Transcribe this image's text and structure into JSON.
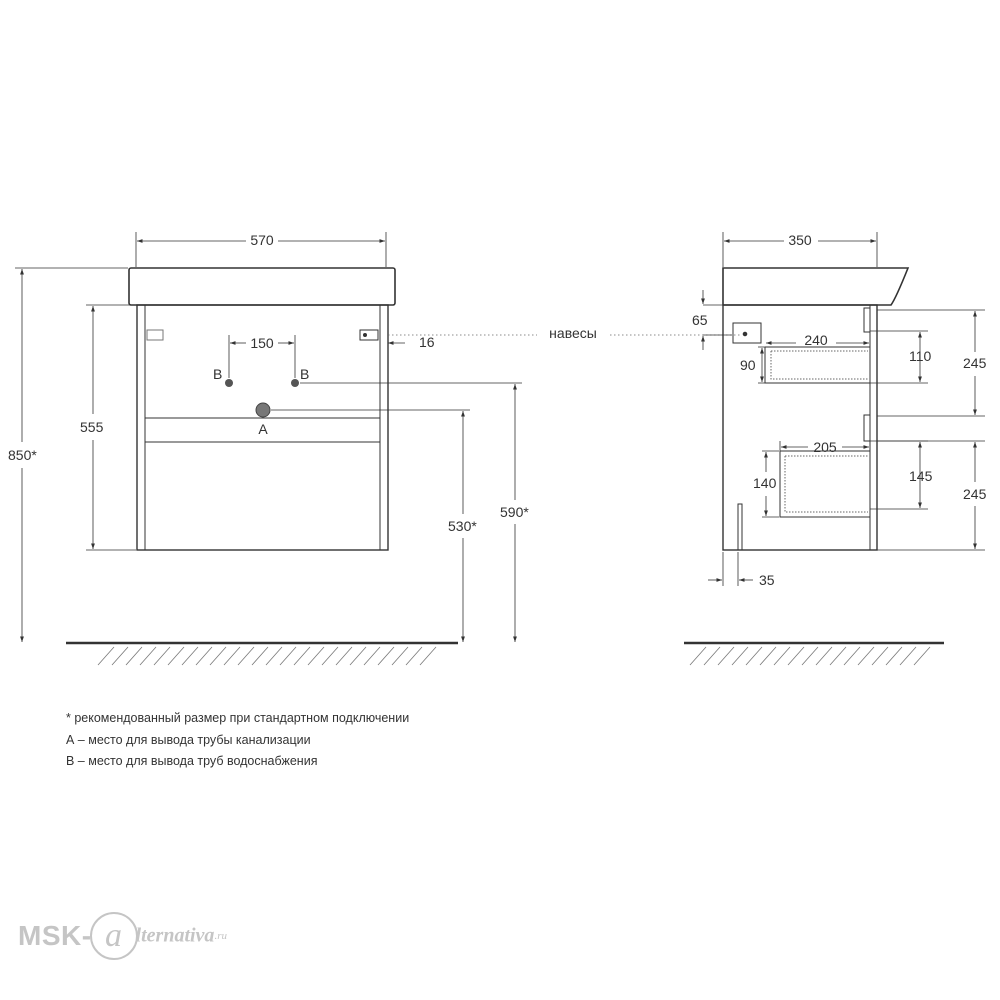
{
  "front_view": {
    "width": "570",
    "height_total": "850*",
    "height_body": "555",
    "tap_spacing": "150",
    "tap_left": "B",
    "tap_right": "B",
    "drain": "A",
    "offset_hanger": "16",
    "drain_height": "530*",
    "tap_height": "590*"
  },
  "hangers_label": "навесы",
  "side_view": {
    "depth": "350",
    "hanger_height": "65",
    "drawer_top_depth": "240",
    "drawer_top_height": "110",
    "drawer_top_front": "90",
    "section_top": "245",
    "drawer_bottom_depth": "205",
    "drawer_bottom_height": "145",
    "drawer_bottom_front": "140",
    "section_bottom": "245",
    "plinth": "35"
  },
  "notes": [
    "* рекомендованный размер при стандартном подключении",
    "А – место для вывода трубы канализации",
    "В – место для вывода труб водоснабжения"
  ],
  "logo": {
    "part1": "MSK-",
    "letter": "a",
    "part2": "lternativa",
    "part3": ".ru"
  },
  "colors": {
    "line": "#333333",
    "logo": "#c5c5c5"
  }
}
